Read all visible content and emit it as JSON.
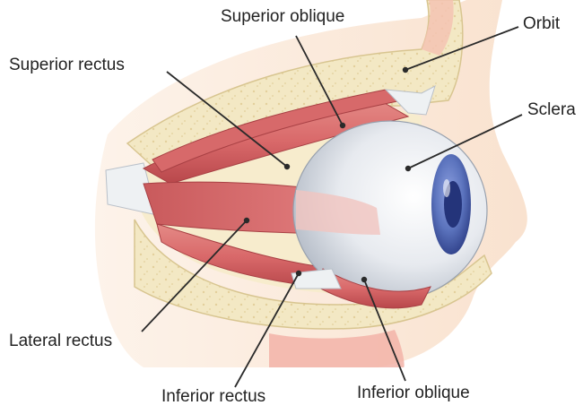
{
  "labels": {
    "superior_oblique": "Superior oblique",
    "orbit": "Orbit",
    "superior_rectus": "Superior rectus",
    "sclera": "Sclera",
    "lateral_rectus": "Lateral rectus",
    "inferior_rectus": "Inferior rectus",
    "inferior_oblique": "Inferior oblique"
  },
  "colors": {
    "bone": "#f3e8c4",
    "bone_edge": "#d8c590",
    "muscle": "#d9696a",
    "muscle_dark": "#b8474b",
    "tendon": "#eef1f3",
    "sclera": "#e4e7ec",
    "iris": "#5b73bd",
    "pupil": "#24347a",
    "skin": "#fbe9da",
    "leader_line": "#2a2a2a"
  }
}
